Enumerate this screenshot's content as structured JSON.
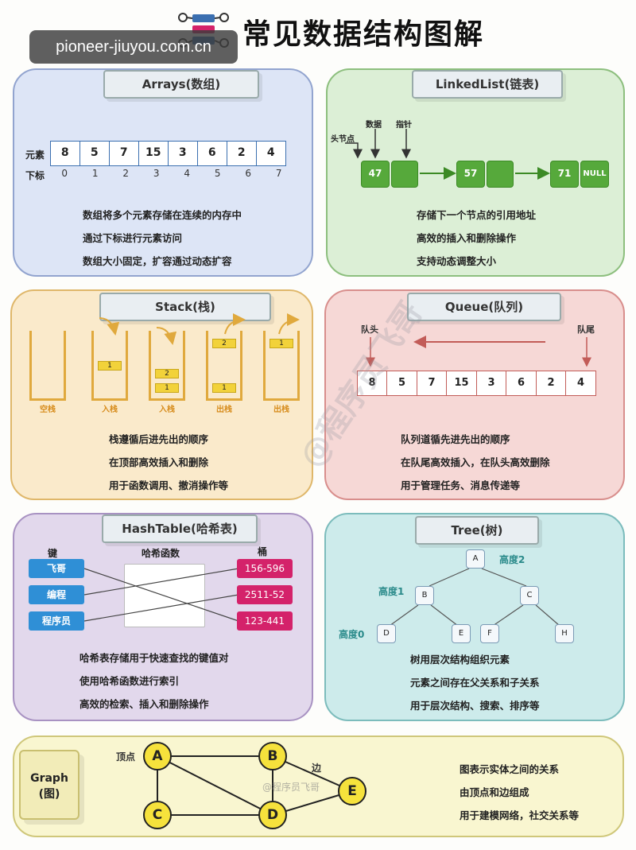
{
  "header": {
    "title": "常见数据结构图解",
    "watermark_url": "pioneer-jiuyou.com.cn"
  },
  "arrays": {
    "tag": "Arrays(数组)",
    "row_label_values": "元素",
    "row_label_index": "下标",
    "values": [
      "8",
      "5",
      "7",
      "15",
      "3",
      "6",
      "2",
      "4"
    ],
    "indices": [
      "0",
      "1",
      "2",
      "3",
      "4",
      "5",
      "6",
      "7"
    ],
    "desc": [
      "数组将多个元素存储在连续的内存中",
      "通过下标进行元素访问",
      "数组大小固定，扩容通过动态扩容"
    ]
  },
  "linked_list": {
    "tag": "LinkedList(链表)",
    "label_head": "头节点",
    "label_data": "数据",
    "label_pointer": "指针",
    "nodes": [
      "47",
      "57",
      "71"
    ],
    "null": "NULL",
    "desc": [
      "存储下一个节点的引用地址",
      "高效的插入和删除操作",
      "支持动态调整大小"
    ]
  },
  "stack": {
    "tag": "Stack(栈)",
    "labels": [
      "空栈",
      "入栈",
      "入栈",
      "出栈",
      "出栈"
    ],
    "items": {
      "s1": [
        "1"
      ],
      "s2": [
        "2",
        "1"
      ],
      "s3": [
        "2",
        "1"
      ],
      "s4": [
        "1"
      ]
    },
    "desc": [
      "栈遵循后进先出的顺序",
      "在顶部高效插入和删除",
      "用于函数调用、撤消操作等"
    ]
  },
  "queue": {
    "tag": "Queue(队列)",
    "label_head": "队头",
    "label_tail": "队尾",
    "values": [
      "8",
      "5",
      "7",
      "15",
      "3",
      "6",
      "2",
      "4"
    ],
    "desc": [
      "队列道循先进先出的顺序",
      "在队尾高效插入，在队头高效删除",
      "用于管理任务、消息传递等"
    ]
  },
  "hash_table": {
    "tag": "HashTable(哈希表)",
    "head_keys": "键",
    "head_function": "哈希函数",
    "head_buckets": "桶",
    "keys": [
      "飞哥",
      "编程",
      "程序员"
    ],
    "buckets": [
      "156-596",
      "2511-52",
      "123-441"
    ],
    "desc": [
      "哈希表存储用于快速查找的键值对",
      "使用哈希函数进行索引",
      "高效的检索、插入和删除操作"
    ]
  },
  "tree": {
    "tag": "Tree(树)",
    "nodes": {
      "a": "A",
      "b": "B",
      "c": "C",
      "d": "D",
      "e": "E",
      "f": "F",
      "h": "H"
    },
    "level2": "高度2",
    "level1": "高度1",
    "level0": "高度0",
    "desc": [
      "树用层次结构组织元素",
      "元素之间存在父关系和子关系",
      "用于层次结构、搜索、排序等"
    ]
  },
  "graph": {
    "tag_line1": "Graph",
    "tag_line2": "(图)",
    "label_vertex": "顶点",
    "label_edge": "边",
    "nodes": {
      "a": "A",
      "b": "B",
      "c": "C",
      "d": "D",
      "e": "E"
    },
    "desc": [
      "图表示实体之间的关系",
      "由顶点和边组成",
      "用于建模网络，社交关系等"
    ]
  },
  "watermarks": {
    "diagonal": "@程序员飞哥",
    "small": "@程序员飞哥"
  },
  "colors": {
    "arrays_bg": "#dde5f6",
    "linked_bg": "#dcefd6",
    "stack_bg": "#faeacb",
    "queue_bg": "#f6d8d6",
    "hash_bg": "#e2d8ec",
    "tree_bg": "#cdebeb",
    "graph_bg": "#f9f6d0",
    "ll_node": "#56a93b",
    "hash_key": "#2f8fd6",
    "hash_bucket": "#d4226a",
    "graph_node": "#f6e23c"
  }
}
